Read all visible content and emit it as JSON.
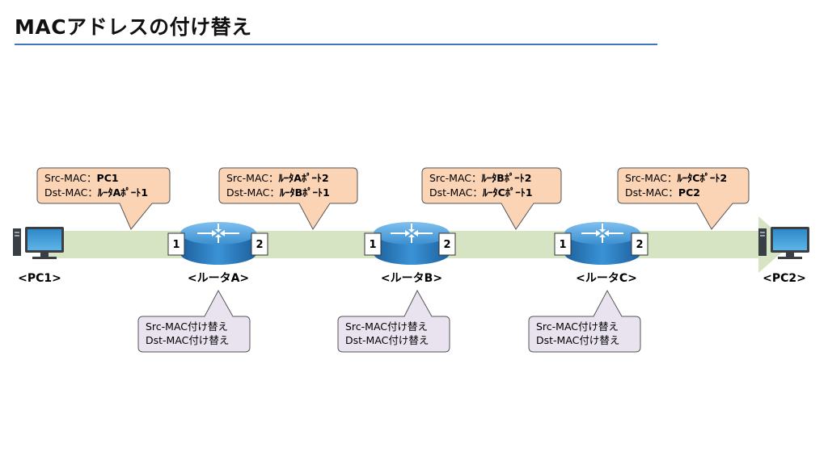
{
  "title": "MACアドレスの付け替え",
  "colors": {
    "accent_line": "#4472c4",
    "path_band": "#d6e4c3",
    "mac_callout_fill": "#fbd3b5",
    "rewrite_callout_fill": "#e8e3ef",
    "router_blue": "#2a7fc4"
  },
  "nodes": {
    "pc1": {
      "label": "<PC1>",
      "icon": "computer-icon"
    },
    "pc2": {
      "label": "<PC2>",
      "icon": "computer-icon"
    },
    "routerA": {
      "label": "<ルータA>",
      "icon": "router-icon",
      "port_in": "1",
      "port_out": "2"
    },
    "routerB": {
      "label": "<ルータB>",
      "icon": "router-icon",
      "port_in": "1",
      "port_out": "2"
    },
    "routerC": {
      "label": "<ルータC>",
      "icon": "router-icon",
      "port_in": "1",
      "port_out": "2"
    }
  },
  "mac_callouts": [
    {
      "src_label": "Src-MAC：",
      "src_value": "PC1",
      "dst_label": "Dst-MAC：",
      "dst_value": "ﾙｰﾀAﾎﾟｰﾄ1"
    },
    {
      "src_label": "Src-MAC：",
      "src_value": "ﾙｰﾀAﾎﾟｰﾄ2",
      "dst_label": "Dst-MAC：",
      "dst_value": "ﾙｰﾀBﾎﾟｰﾄ1"
    },
    {
      "src_label": "Src-MAC：",
      "src_value": "ﾙｰﾀBﾎﾟｰﾄ2",
      "dst_label": "Dst-MAC：",
      "dst_value": "ﾙｰﾀCﾎﾟｰﾄ1"
    },
    {
      "src_label": "Src-MAC：",
      "src_value": "ﾙｰﾀCﾎﾟｰﾄ2",
      "dst_label": "Dst-MAC：",
      "dst_value": "PC2"
    }
  ],
  "rewrite_callouts": [
    {
      "line1": "Src-MAC付け替え",
      "line2": "Dst-MAC付け替え"
    },
    {
      "line1": "Src-MAC付け替え",
      "line2": "Dst-MAC付け替え"
    },
    {
      "line1": "Src-MAC付け替え",
      "line2": "Dst-MAC付け替え"
    }
  ]
}
